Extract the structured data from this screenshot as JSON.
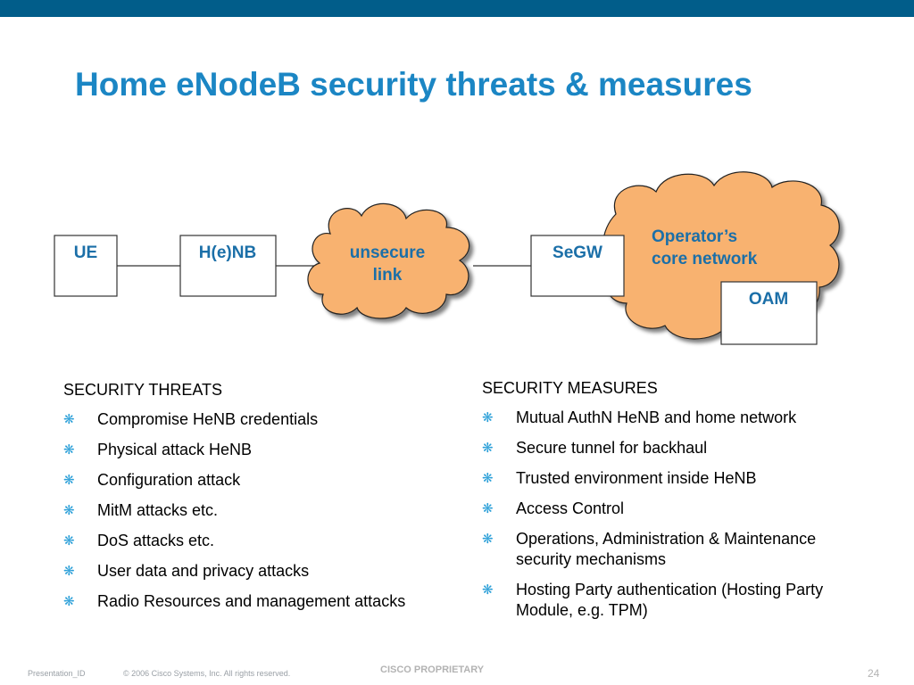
{
  "slide": {
    "title": "Home eNodeB security threats & measures"
  },
  "diagram": {
    "ue": "UE",
    "henb": "H(e)NB",
    "unsecure_line1": "unsecure",
    "unsecure_line2": "link",
    "segw": "SeGW",
    "core_line1": "Operator’s",
    "core_line2": "core network",
    "oam": "OAM",
    "colors": {
      "cloud_fill": "#f8b26f",
      "cloud_text": "#1b6fa8",
      "box_text": "#1b6fa8"
    }
  },
  "threats": {
    "heading": "SECURITY THREATS",
    "items": [
      "Compromise HeNB credentials",
      "Physical attack HeNB",
      "Configuration attack",
      "MitM attacks etc.",
      "DoS attacks etc.",
      "User data and privacy attacks",
      "Radio Resources and management attacks"
    ]
  },
  "measures": {
    "heading": "SECURITY MEASURES",
    "items": [
      "Mutual AuthN HeNB and home network",
      "Secure tunnel for backhaul",
      "Trusted environment inside HeNB",
      "Access Control",
      "Operations, Administration & Maintenance security mechanisms",
      "Hosting Party authentication (Hosting Party Module, e.g. TPM)"
    ]
  },
  "footer": {
    "presentation_id": "Presentation_ID",
    "copyright": "© 2006 Cisco Systems, Inc. All rights reserved.",
    "classification": "CISCO PROPRIETARY",
    "page": "24"
  }
}
